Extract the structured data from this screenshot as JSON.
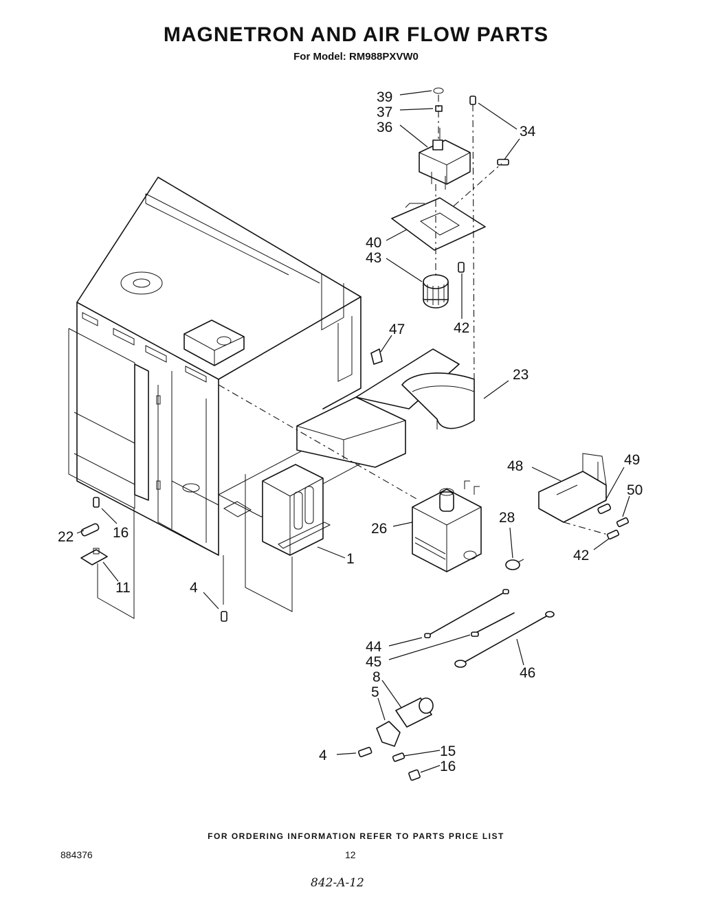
{
  "header": {
    "title": "MAGNETRON AND AIR FLOW PARTS",
    "model_line": "For Model: RM988PXVW0"
  },
  "diagram": {
    "callouts": [
      "39",
      "37",
      "36",
      "34",
      "40",
      "43",
      "42",
      "47",
      "23",
      "48",
      "49",
      "50",
      "26",
      "28",
      "42",
      "16",
      "22",
      "11",
      "1",
      "4",
      "44",
      "45",
      "46",
      "8",
      "5",
      "4",
      "15",
      "16"
    ]
  },
  "footer": {
    "ordering_note": "FOR ORDERING INFORMATION REFER TO PARTS PRICE LIST",
    "document_number": "884376",
    "page_number": "12",
    "handwritten_note": "842-A-12"
  }
}
